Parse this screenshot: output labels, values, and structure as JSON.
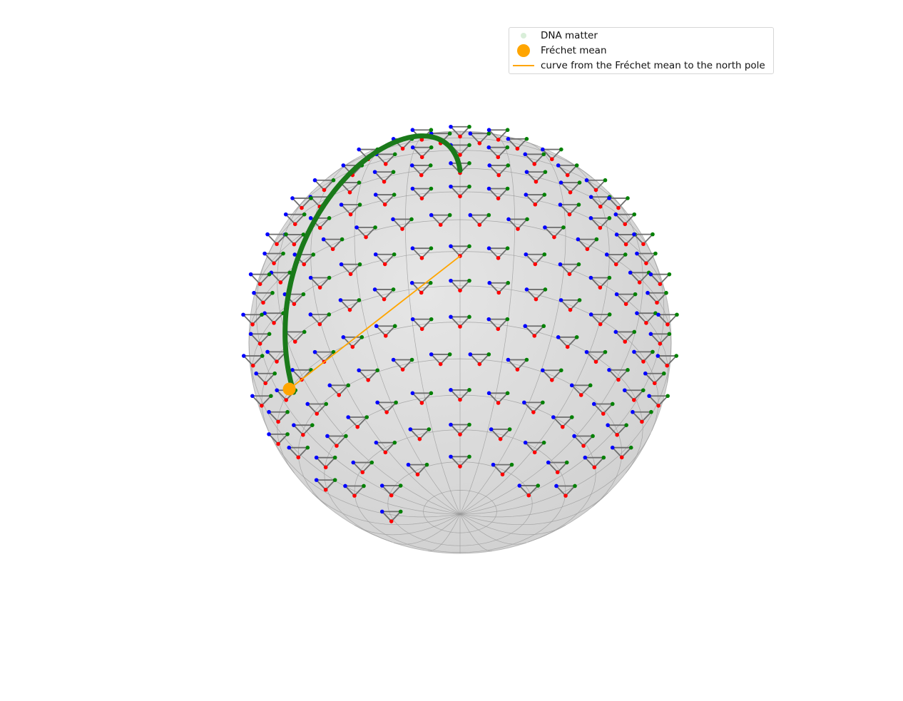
{
  "legend": {
    "entries": [
      {
        "label": "DNA matter",
        "color": "#2ca02c",
        "marker": "point"
      },
      {
        "label": "Fréchet mean",
        "color": "#ffa500",
        "marker": "large-point"
      },
      {
        "label": "curve from the Fréchet mean to the north pole",
        "color": "#ffa500",
        "marker": "line"
      }
    ],
    "placement": "top-right"
  },
  "chart_data": {
    "type": "scatter",
    "projection": "3d-sphere",
    "title": "",
    "grid": true,
    "axes_visible": false,
    "surface": {
      "shape": "unit-sphere",
      "color": "#d3d3d3",
      "wireframe_color": "#9a9a9a"
    },
    "series": [
      {
        "name": "DNA matter",
        "color": "#2ca02c",
        "markers": "triangles of blue/red/green atoms connected by grey bonds, distributed over the sphere surface"
      },
      {
        "name": "Fréchet mean",
        "color": "#ffa500",
        "marker": "large point on the sphere surface"
      },
      {
        "name": "curve from the Fréchet mean to the north pole",
        "color": "#ffa500",
        "style": "line"
      }
    ],
    "atom_colors": {
      "a": "#0000ff",
      "b": "#ff0000",
      "c": "#008000",
      "bond": "#6e6e6e",
      "trajectory": "#1a7a1a"
    }
  }
}
